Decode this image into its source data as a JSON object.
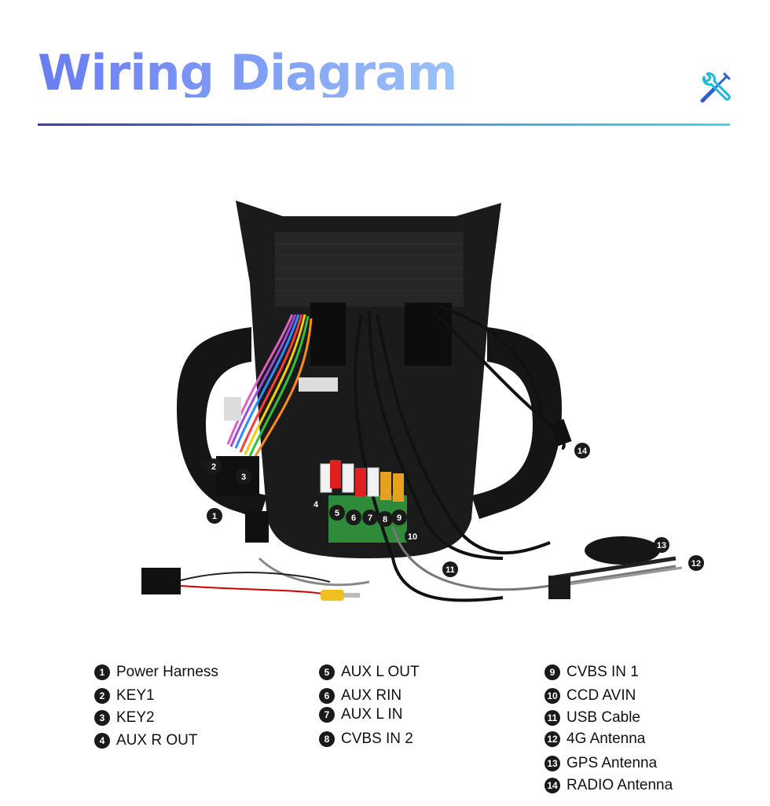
{
  "title": "Wiring Diagram",
  "accent_colors": {
    "title_start": "#6a7cf2",
    "title_end": "#9ec3f8",
    "rule_start": "#3e3da8",
    "rule_end": "#46d4f0"
  },
  "icons": {
    "header": "tools-icon"
  },
  "callouts": [
    "1",
    "2",
    "3",
    "4",
    "5",
    "6",
    "7",
    "8",
    "9",
    "10",
    "11",
    "12",
    "13",
    "14"
  ],
  "legend": [
    {
      "num": "1",
      "label": "Power Harness"
    },
    {
      "num": "2",
      "label": "KEY1"
    },
    {
      "num": "3",
      "label": "KEY2"
    },
    {
      "num": "4",
      "label": "AUX R OUT"
    },
    {
      "num": "5",
      "label": "AUX L OUT"
    },
    {
      "num": "6",
      "label": "AUX RIN"
    },
    {
      "num": "7",
      "label": "AUX L IN"
    },
    {
      "num": "8",
      "label": "CVBS IN 2"
    },
    {
      "num": "9",
      "label": "CVBS IN 1"
    },
    {
      "num": "10",
      "label": "CCD AVIN"
    },
    {
      "num": "11",
      "label": "USB Cable"
    },
    {
      "num": "12",
      "label": "4G Antenna"
    },
    {
      "num": "13",
      "label": "GPS Antenna"
    },
    {
      "num": "14",
      "label": "RADIO Antenna"
    }
  ]
}
